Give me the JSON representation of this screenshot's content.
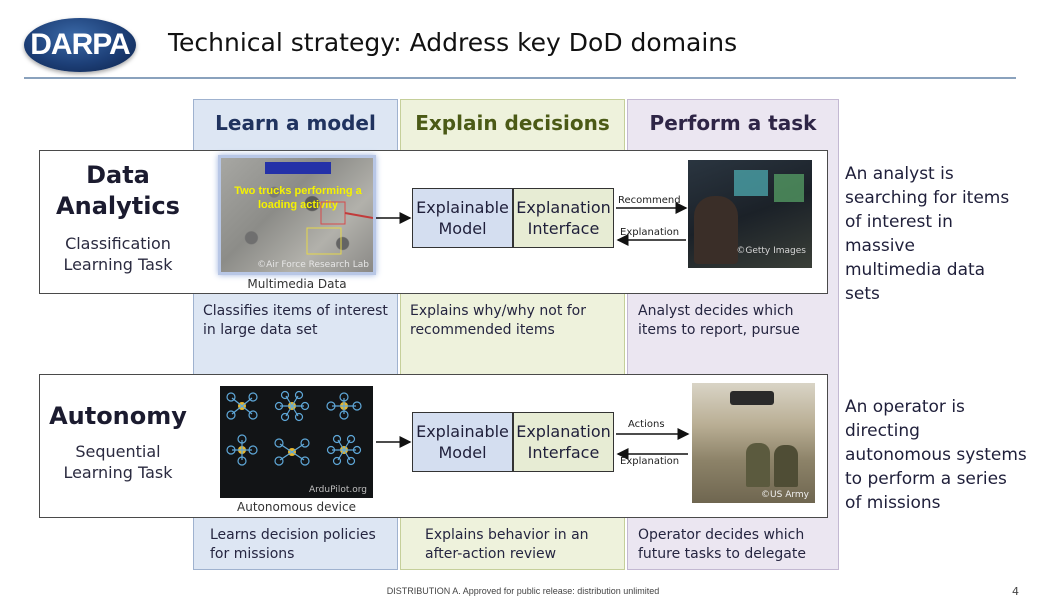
{
  "header": {
    "logo_text": "DARPA",
    "title": "Technical strategy: Address key DoD domains"
  },
  "columns": {
    "learn": "Learn a model",
    "explain": "Explain decisions",
    "perform": "Perform a task"
  },
  "rows": [
    {
      "title_line1": "Data",
      "title_line2": "Analytics",
      "sub_line1": "Classification",
      "sub_line2": "Learning Task",
      "image_banner": "Two trucks performing a loading activity",
      "image_credit": "©Air Force Research Lab",
      "image_caption": "Multimedia Data",
      "xai_model_line1": "Explainable",
      "xai_model_line2": "Model",
      "xai_interface_line1": "Explanation",
      "xai_interface_line2": "Interface",
      "arrow_out": "Recommend",
      "arrow_in": "Explanation",
      "photo_credit": "©Getty Images",
      "learn_desc_line1": "Classifies items of interest",
      "learn_desc_line2": "in large data set",
      "explain_desc_line1": "Explains why/why not for",
      "explain_desc_line2": "recommended items",
      "perform_desc_line1": "Analyst decides which",
      "perform_desc_line2": "items to report, pursue",
      "side_lines": [
        "An analyst is",
        "searching for items",
        "of interest in",
        "massive",
        "multimedia data",
        "sets"
      ]
    },
    {
      "title_line1": "Autonomy",
      "sub_line1": "Sequential",
      "sub_line2": "Learning Task",
      "image_credit": "ArduPilot.org",
      "image_caption": "Autonomous device",
      "xai_model_line1": "Explainable",
      "xai_model_line2": "Model",
      "xai_interface_line1": "Explanation",
      "xai_interface_line2": "Interface",
      "arrow_out": "Actions",
      "arrow_in": "Explanation",
      "photo_credit": "©US Army",
      "learn_desc_line1": "Learns decision policies",
      "learn_desc_line2": "for missions",
      "explain_desc_line1": "Explains behavior in an",
      "explain_desc_line2": "after-action review",
      "perform_desc_line1": "Operator decides which",
      "perform_desc_line2": "future tasks to delegate",
      "side_lines": [
        "An operator is",
        "directing",
        "autonomous systems",
        "to perform a series",
        "of missions"
      ]
    }
  ],
  "footer": {
    "distribution": "DISTRIBUTION A.  Approved for public release:  distribution unlimited",
    "page_number": "4"
  },
  "colors": {
    "learn_bg": "#dde6f3",
    "explain_bg": "#eef2dc",
    "perform_bg": "#ebe6f1"
  }
}
